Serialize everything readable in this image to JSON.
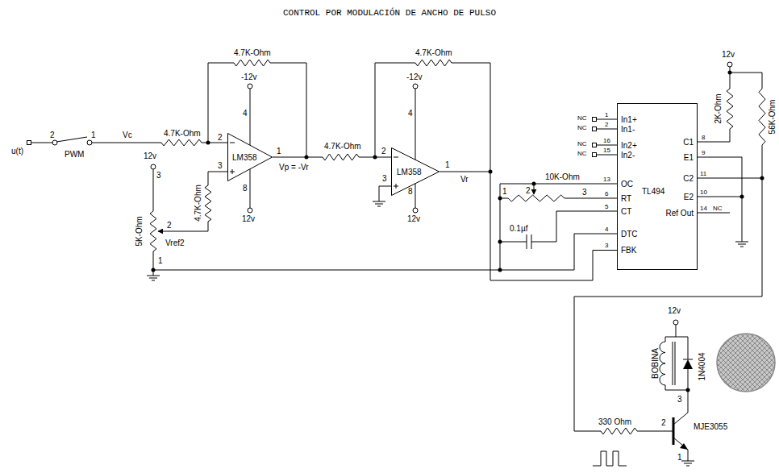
{
  "diagram": {
    "title": "CONTROL POR MODULACIÓN DE ANCHO DE PULSO",
    "nodes": [
      {
        "text": [
          "LM358"
        ]
      },
      {
        "text": [
          "LM358"
        ]
      },
      {
        "text": [
          "In1+",
          "In1-",
          "In2+",
          "In2-",
          "OC",
          "RT",
          "CT",
          "DTC",
          "FBK",
          "C1",
          "E1",
          "C2",
          "E2",
          "Ref Out",
          "TL494"
        ]
      }
    ],
    "edges": [
      {
        "from": 0,
        "to": 1,
        "arrow": "none",
        "label": "Vp = -Vr"
      },
      {
        "from": 1,
        "to": 2,
        "arrow": "none",
        "label": "Vr"
      }
    ],
    "labels": [
      "u(t)",
      "2",
      "1",
      "PWM",
      "Vc",
      "4.7K-Ohm",
      "4.7K-Ohm",
      "-12v",
      "4",
      "2",
      "3",
      "1",
      "8",
      "12v",
      "4.7K-Ohm",
      "4.7K-Ohm",
      "-12v",
      "4",
      "2",
      "3",
      "1",
      "8",
      "12v",
      "12v",
      "3",
      "5K-Ohm",
      "2",
      "Vref2",
      "1",
      "4.7K-Ohm",
      "NC",
      "1",
      "NC",
      "2",
      "NC",
      "16",
      "NC",
      "15",
      "13",
      "10K-Ohm",
      "2",
      "1",
      "3",
      "6",
      "5",
      "0.1µf",
      "4",
      "3",
      "8",
      "9",
      "11",
      "10",
      "14",
      "NC",
      "12v",
      "2K-Ohm",
      "56K-Ohm",
      "12v",
      "BOBINA",
      "1N4004",
      "330 Ohm",
      "2",
      "MJE3055",
      "3",
      "1"
    ]
  }
}
